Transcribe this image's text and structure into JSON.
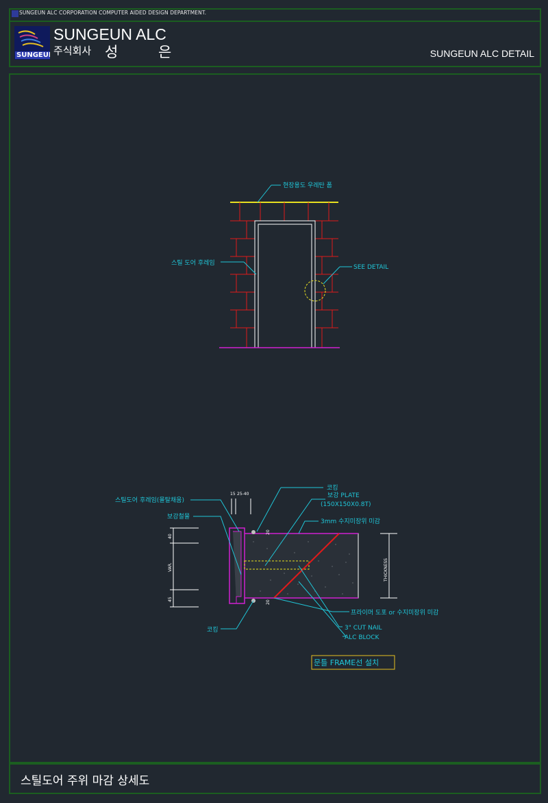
{
  "header": {
    "top_line": "SUNGEUN ALC CORPORATION COMPUTER AIDED DESIGN DEPARTMENT.",
    "brand": "SUNGEUN ALC",
    "brand_korean_prefix": "주식회사",
    "brand_korean_name": "성 은",
    "logo_text": "SUNGEUN",
    "detail_label": "SUNGEUN ALC DETAIL"
  },
  "elevation": {
    "top_label": "현장용도 우레탄 폼",
    "left_label": "스틸 도어 후레임",
    "right_label": "SEE DETAIL"
  },
  "section": {
    "dim_top_1": "15",
    "dim_top_2": "25-40",
    "dim_left_1": "40",
    "dim_left_2": "VAR.",
    "dim_left_3": "45",
    "dim_small_1": "20",
    "dim_small_2": "20",
    "thickness_label": "THICKNESS",
    "label_frame": "스틸도어 후레임(몰탈채움)",
    "label_reinforce": "보강철물",
    "label_caulk_top": "코킹",
    "label_plate": "보강 PLATE",
    "label_plate_size": "(150X150X0.8T)",
    "label_finish_top": "3mm  수지미장위 미감",
    "label_finish_bottom": "프라이머 도포 or  수지미장위 미감",
    "label_nail": "3\" CUT NAIL",
    "label_alc": "ALC BLOCK",
    "label_caulk_bottom": "코킹",
    "note": "문틀 FRAME선 설치"
  },
  "footer": {
    "title": "스틸도어 주위 마감 상세도"
  },
  "colors": {
    "background": "#212830",
    "frame_green": "#1b5e20",
    "annotation_cyan": "#20c6d8",
    "brick_red": "#e01a1a",
    "magenta": "#d020d0",
    "yellow": "#e8e020"
  }
}
